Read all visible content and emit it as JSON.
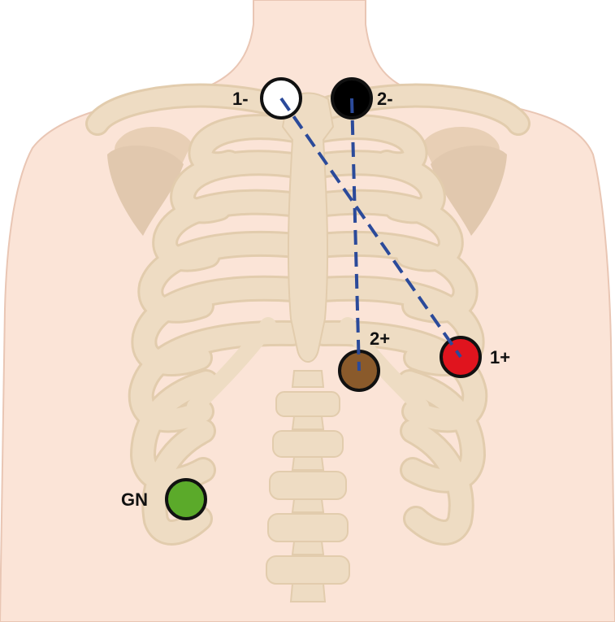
{
  "colors": {
    "skin": "#FBE4D7",
    "skin_outline": "#E9C6B4",
    "bone": "#EEDCC3",
    "bone_outline": "#E2CCAD",
    "bone_shadow": "#E1C8AE",
    "lead_line": "#2B4A9A"
  },
  "electrodes": [
    {
      "id": "1-",
      "label": "1-",
      "color": "#FFFFFF"
    },
    {
      "id": "2-",
      "label": "2-",
      "color": "#000000"
    },
    {
      "id": "2+",
      "label": "2+",
      "color": "#8A5A2B"
    },
    {
      "id": "1+",
      "label": "1+",
      "color": "#E0141E"
    },
    {
      "id": "GN",
      "label": "GN",
      "color": "#5BAA2A"
    }
  ],
  "leads": [
    {
      "from": "1-",
      "to": "1+",
      "style": "dashed"
    },
    {
      "from": "2-",
      "to": "2+",
      "style": "dashed"
    }
  ]
}
